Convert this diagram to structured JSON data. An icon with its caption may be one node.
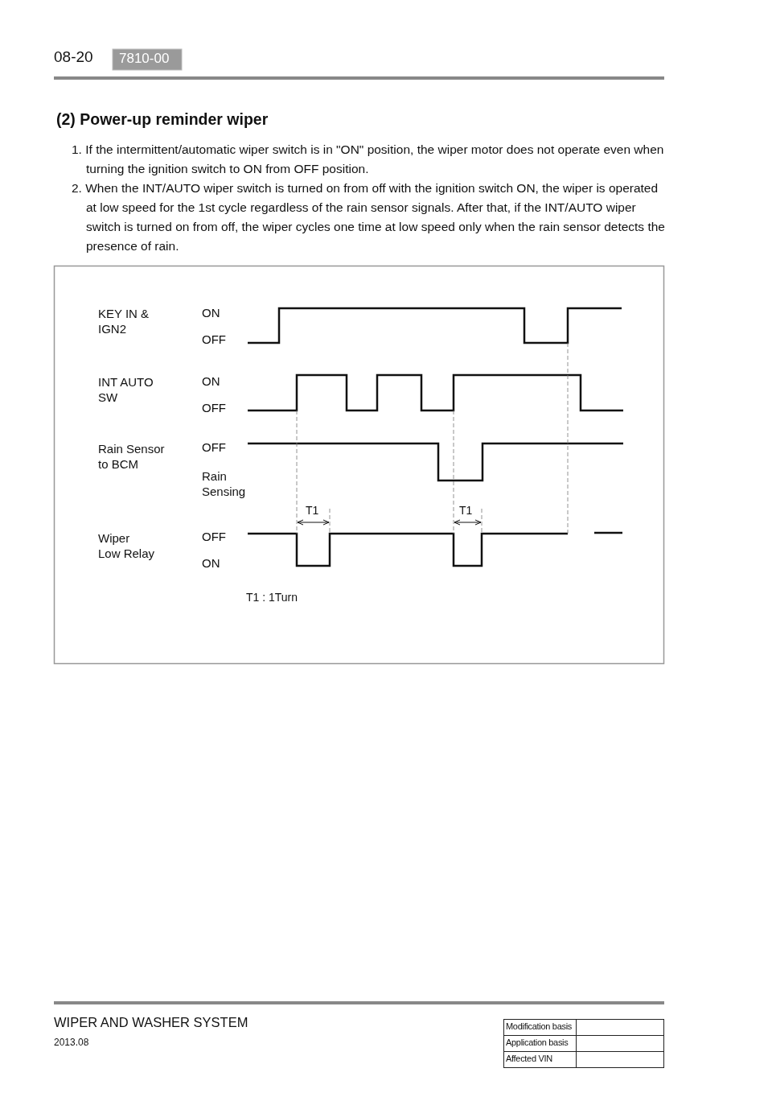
{
  "diagram": {
    "title": "(2) Power-up reminder wiper",
    "labels": [
      "08-20",
      "7810-00",
      "1. If the intermittent/automatic wiper switch is in \"ON\" position, the wiper motor does not operate even when turning the ignition switch to ON from OFF position.",
      "2. When the INT/AUTO wiper switch is turned on from off with the ignition switch ON, the wiper is operated at low speed for the 1st cycle regardless of the rain sensor signals. After that, if the INT/AUTO wiper switch is turned on from off, the wiper cycles one time at low speed only when the rain sensor detects the presence of rain.",
      "KEY IN & IGN2",
      "ON",
      "OFF",
      "INT AUTO SW",
      "ON",
      "OFF",
      "Rain Sensor to BCM",
      "OFF",
      "Rain Sensing",
      "T1",
      "T1",
      "Wiper Low Relay",
      "OFF",
      "ON",
      "T1 : 1Turn",
      "WIPER AND WASHER SYSTEM",
      "2013.08",
      "Modification basis",
      "Application basis",
      "Affected VIN"
    ]
  }
}
